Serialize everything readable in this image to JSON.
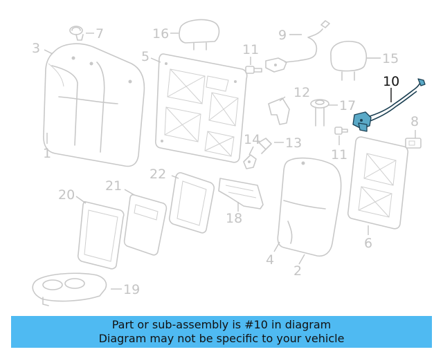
{
  "callouts": {
    "c1": "1",
    "c2": "2",
    "c3": "3",
    "c4": "4",
    "c5": "5",
    "c6": "6",
    "c7": "7",
    "c8": "8",
    "c9": "9",
    "c10": "10",
    "c11a": "11",
    "c11b": "11",
    "c12": "12",
    "c13": "13",
    "c14": "14",
    "c15": "15",
    "c16": "16",
    "c17": "17",
    "c18": "18",
    "c19": "19",
    "c20": "20",
    "c21": "21",
    "c22": "22"
  },
  "highlighted_part": "10",
  "colors": {
    "banner": "#4fbaf2",
    "part_lines": "#c8c8c8",
    "highlight_fill": "#5aa9c7",
    "highlight_text": "#111111"
  },
  "banner": {
    "line1": "Part or sub-assembly is #10 in diagram",
    "line2": "Diagram may not be specific to your vehicle"
  }
}
